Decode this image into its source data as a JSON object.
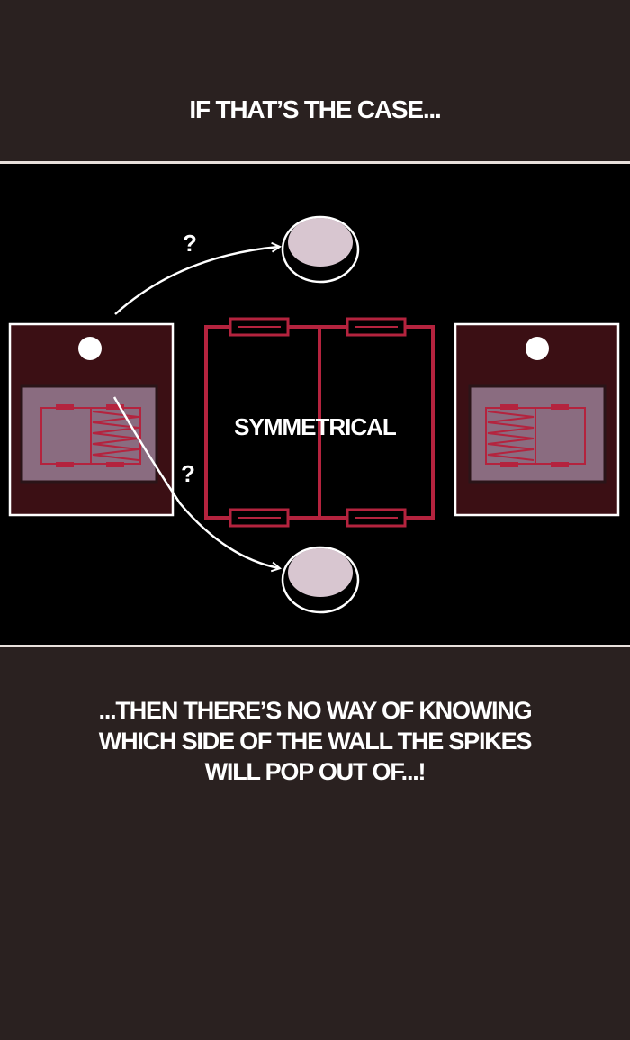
{
  "captions": {
    "top": "IF THAT’S THE CASE...",
    "bottom_lines": [
      "...THEN THERE’S NO WAY OF KNOWING",
      "WHICH SIDE OF THE WALL THE SPIKES",
      "WILL POP OUT OF...!"
    ]
  },
  "diagram": {
    "center_label": "SYMMETRICAL",
    "question_marks": [
      "?",
      "?"
    ]
  },
  "colors": {
    "background": "#2a2120",
    "panel": "#000000",
    "wall_outline": "#b4233e",
    "card_fill": "#3b0f14",
    "card_inner": "#8a6c80",
    "button_face": "#d8c6d0"
  }
}
